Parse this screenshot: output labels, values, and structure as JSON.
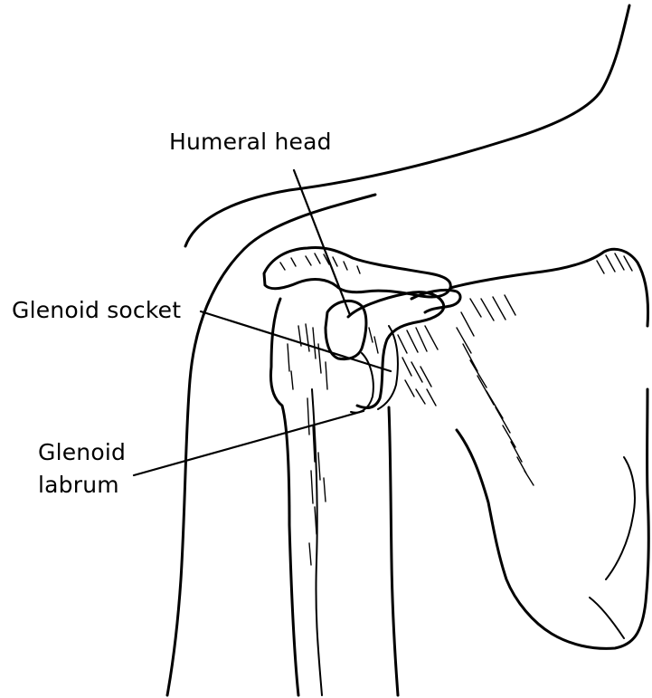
{
  "labels": {
    "humeral_head": "Humeral head",
    "glenoid_socket": "Glenoid socket",
    "glenoid_labrum_line1": "Glenoid",
    "glenoid_labrum_line2": "labrum"
  },
  "colors": {
    "ink": "#000000",
    "paper": "#ffffff"
  }
}
